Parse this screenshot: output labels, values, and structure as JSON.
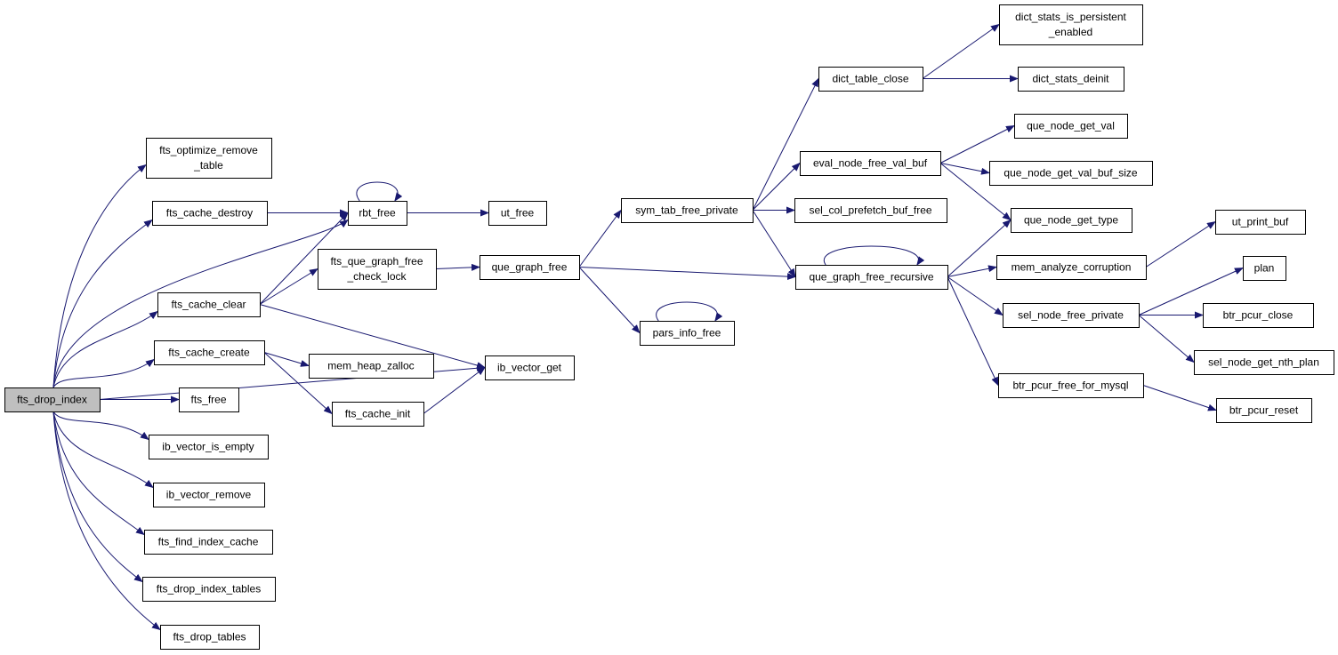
{
  "colors": {
    "edge": "#191970",
    "root_fill": "#bfbfbf",
    "node_fill": "#ffffff",
    "border": "#000000"
  },
  "nodes": [
    {
      "id": "fts_drop_index",
      "lines": [
        "fts_drop_index"
      ],
      "root": true
    },
    {
      "id": "fts_optimize_remove_table",
      "lines": [
        "fts_optimize_remove",
        "_table"
      ]
    },
    {
      "id": "fts_cache_destroy",
      "lines": [
        "fts_cache_destroy"
      ]
    },
    {
      "id": "fts_cache_clear",
      "lines": [
        "fts_cache_clear"
      ]
    },
    {
      "id": "fts_cache_create",
      "lines": [
        "fts_cache_create"
      ]
    },
    {
      "id": "fts_free",
      "lines": [
        "fts_free"
      ]
    },
    {
      "id": "ib_vector_is_empty",
      "lines": [
        "ib_vector_is_empty"
      ]
    },
    {
      "id": "ib_vector_remove",
      "lines": [
        "ib_vector_remove"
      ]
    },
    {
      "id": "fts_find_index_cache",
      "lines": [
        "fts_find_index_cache"
      ]
    },
    {
      "id": "fts_drop_index_tables",
      "lines": [
        "fts_drop_index_tables"
      ]
    },
    {
      "id": "fts_drop_tables",
      "lines": [
        "fts_drop_tables"
      ]
    },
    {
      "id": "rbt_free",
      "lines": [
        "rbt_free"
      ]
    },
    {
      "id": "ut_free",
      "lines": [
        "ut_free"
      ]
    },
    {
      "id": "fts_que_graph_free_check_lock",
      "lines": [
        "fts_que_graph_free",
        "_check_lock"
      ]
    },
    {
      "id": "mem_heap_zalloc",
      "lines": [
        "mem_heap_zalloc"
      ]
    },
    {
      "id": "fts_cache_init",
      "lines": [
        "fts_cache_init"
      ]
    },
    {
      "id": "ib_vector_get",
      "lines": [
        "ib_vector_get"
      ]
    },
    {
      "id": "que_graph_free",
      "lines": [
        "que_graph_free"
      ]
    },
    {
      "id": "sym_tab_free_private",
      "lines": [
        "sym_tab_free_private"
      ]
    },
    {
      "id": "pars_info_free",
      "lines": [
        "pars_info_free"
      ]
    },
    {
      "id": "dict_table_close",
      "lines": [
        "dict_table_close"
      ]
    },
    {
      "id": "eval_node_free_val_buf",
      "lines": [
        "eval_node_free_val_buf"
      ]
    },
    {
      "id": "sel_col_prefetch_buf_free",
      "lines": [
        "sel_col_prefetch_buf_free"
      ]
    },
    {
      "id": "que_graph_free_recursive",
      "lines": [
        "que_graph_free_recursive"
      ]
    },
    {
      "id": "dict_stats_is_persistent_enabled",
      "lines": [
        "dict_stats_is_persistent",
        "_enabled"
      ]
    },
    {
      "id": "dict_stats_deinit",
      "lines": [
        "dict_stats_deinit"
      ]
    },
    {
      "id": "que_node_get_val",
      "lines": [
        "que_node_get_val"
      ]
    },
    {
      "id": "que_node_get_val_buf_size",
      "lines": [
        "que_node_get_val_buf_size"
      ]
    },
    {
      "id": "que_node_get_type",
      "lines": [
        "que_node_get_type"
      ]
    },
    {
      "id": "mem_analyze_corruption",
      "lines": [
        "mem_analyze_corruption"
      ]
    },
    {
      "id": "sel_node_free_private",
      "lines": [
        "sel_node_free_private"
      ]
    },
    {
      "id": "btr_pcur_free_for_mysql",
      "lines": [
        "btr_pcur_free_for_mysql"
      ]
    },
    {
      "id": "ut_print_buf",
      "lines": [
        "ut_print_buf"
      ]
    },
    {
      "id": "plan",
      "lines": [
        "plan"
      ]
    },
    {
      "id": "btr_pcur_close",
      "lines": [
        "btr_pcur_close"
      ]
    },
    {
      "id": "sel_node_get_nth_plan",
      "lines": [
        "sel_node_get_nth_plan"
      ]
    },
    {
      "id": "btr_pcur_reset",
      "lines": [
        "btr_pcur_reset"
      ]
    }
  ],
  "edges": [
    [
      "fts_drop_index",
      "fts_optimize_remove_table"
    ],
    [
      "fts_drop_index",
      "fts_cache_destroy"
    ],
    [
      "fts_drop_index",
      "rbt_free"
    ],
    [
      "fts_drop_index",
      "fts_cache_clear"
    ],
    [
      "fts_drop_index",
      "fts_cache_create"
    ],
    [
      "fts_drop_index",
      "ib_vector_get"
    ],
    [
      "fts_drop_index",
      "fts_free"
    ],
    [
      "fts_drop_index",
      "ib_vector_is_empty"
    ],
    [
      "fts_drop_index",
      "ib_vector_remove"
    ],
    [
      "fts_drop_index",
      "fts_find_index_cache"
    ],
    [
      "fts_drop_index",
      "fts_drop_index_tables"
    ],
    [
      "fts_drop_index",
      "fts_drop_tables"
    ],
    [
      "fts_cache_destroy",
      "rbt_free"
    ],
    [
      "rbt_free",
      "rbt_free"
    ],
    [
      "rbt_free",
      "ut_free"
    ],
    [
      "fts_cache_clear",
      "rbt_free"
    ],
    [
      "fts_cache_clear",
      "fts_que_graph_free_check_lock"
    ],
    [
      "fts_cache_clear",
      "ib_vector_get"
    ],
    [
      "fts_cache_create",
      "mem_heap_zalloc"
    ],
    [
      "fts_cache_create",
      "fts_cache_init"
    ],
    [
      "fts_cache_init",
      "ib_vector_get"
    ],
    [
      "fts_que_graph_free_check_lock",
      "que_graph_free"
    ],
    [
      "que_graph_free",
      "sym_tab_free_private"
    ],
    [
      "que_graph_free",
      "que_graph_free_recursive"
    ],
    [
      "que_graph_free",
      "pars_info_free"
    ],
    [
      "pars_info_free",
      "pars_info_free"
    ],
    [
      "sym_tab_free_private",
      "dict_table_close"
    ],
    [
      "sym_tab_free_private",
      "eval_node_free_val_buf"
    ],
    [
      "sym_tab_free_private",
      "sel_col_prefetch_buf_free"
    ],
    [
      "sym_tab_free_private",
      "que_graph_free_recursive"
    ],
    [
      "dict_table_close",
      "dict_stats_is_persistent_enabled"
    ],
    [
      "dict_table_close",
      "dict_stats_deinit"
    ],
    [
      "eval_node_free_val_buf",
      "que_node_get_val"
    ],
    [
      "eval_node_free_val_buf",
      "que_node_get_val_buf_size"
    ],
    [
      "eval_node_free_val_buf",
      "que_node_get_type"
    ],
    [
      "que_graph_free_recursive",
      "que_graph_free_recursive"
    ],
    [
      "que_graph_free_recursive",
      "que_node_get_type"
    ],
    [
      "que_graph_free_recursive",
      "mem_analyze_corruption"
    ],
    [
      "que_graph_free_recursive",
      "sel_node_free_private"
    ],
    [
      "que_graph_free_recursive",
      "btr_pcur_free_for_mysql"
    ],
    [
      "mem_analyze_corruption",
      "ut_print_buf"
    ],
    [
      "sel_node_free_private",
      "plan"
    ],
    [
      "sel_node_free_private",
      "btr_pcur_close"
    ],
    [
      "sel_node_free_private",
      "sel_node_get_nth_plan"
    ],
    [
      "btr_pcur_free_for_mysql",
      "btr_pcur_reset"
    ]
  ]
}
